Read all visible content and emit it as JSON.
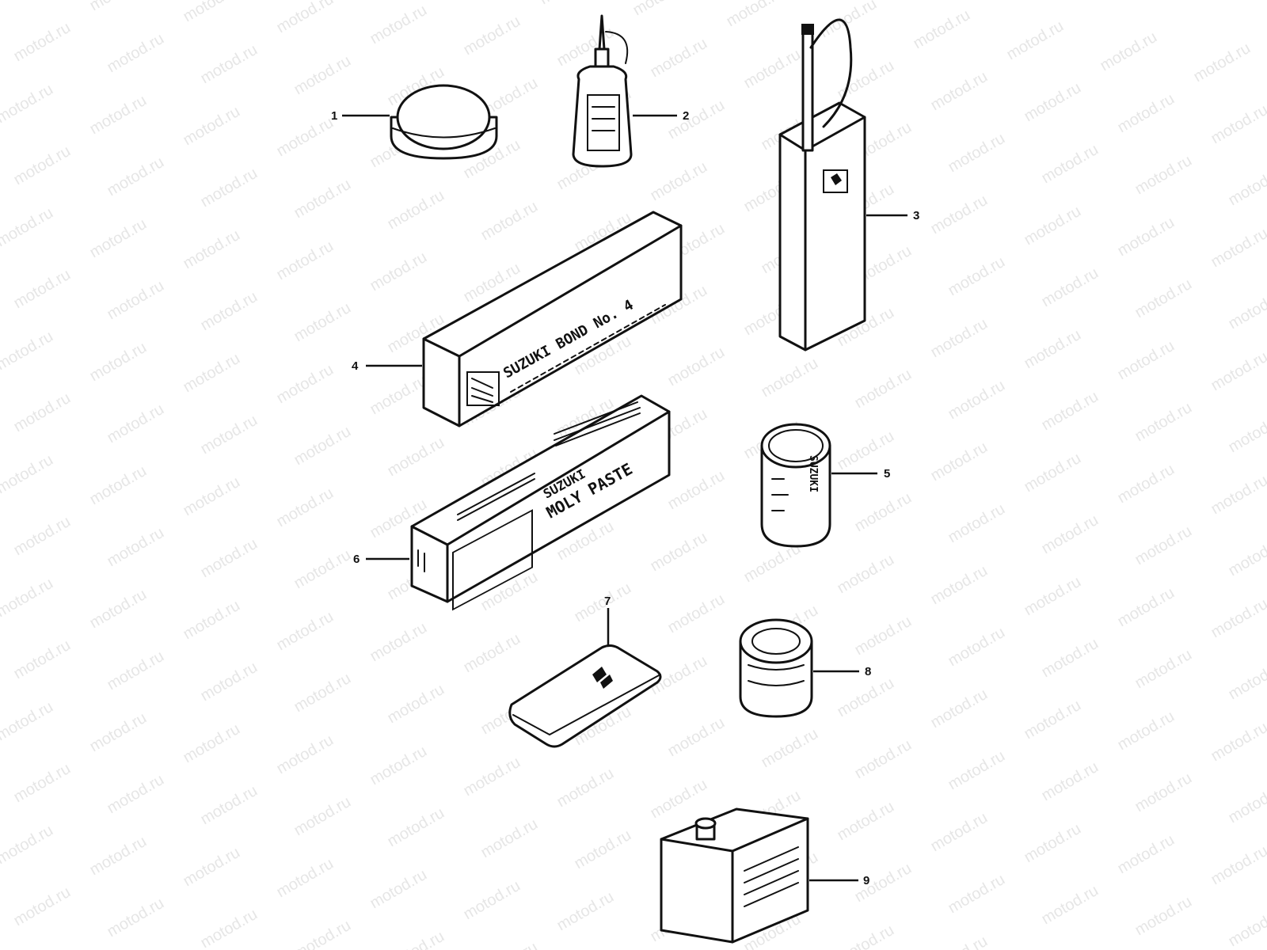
{
  "watermark": {
    "text": "motod.ru",
    "color": "#e6e6e6"
  },
  "callouts": [
    {
      "id": "1",
      "label": "1"
    },
    {
      "id": "2",
      "label": "2"
    },
    {
      "id": "3",
      "label": "3"
    },
    {
      "id": "4",
      "label": "4"
    },
    {
      "id": "5",
      "label": "5"
    },
    {
      "id": "6",
      "label": "6"
    },
    {
      "id": "7",
      "label": "7"
    },
    {
      "id": "8",
      "label": "8"
    },
    {
      "id": "9",
      "label": "9"
    }
  ],
  "box4": {
    "line1": "SUZUKI BOND No. 4"
  },
  "box6": {
    "line1": "SUZUKI",
    "line2": "MOLY PASTE"
  },
  "can5": {
    "text": "SUZUKI"
  }
}
